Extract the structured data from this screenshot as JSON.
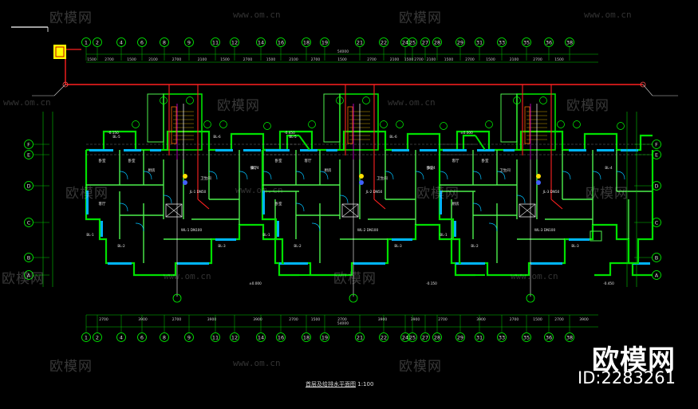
{
  "drawing": {
    "title": "首层及给排水平面图",
    "scale": "1:100",
    "total_dimension": "54000",
    "grid_columns": [
      "1",
      "2",
      "4",
      "6",
      "8",
      "9",
      "11",
      "12",
      "14",
      "16",
      "18",
      "19",
      "21",
      "22",
      "24",
      "25",
      "27",
      "28",
      "29",
      "31",
      "33",
      "35",
      "36",
      "38"
    ],
    "grid_rows": [
      "F",
      "E",
      "D",
      "C",
      "B",
      "A"
    ],
    "top_dims": [
      "1500",
      "2700",
      "1500",
      "2100",
      "2700",
      "2100",
      "1500",
      "2700",
      "1500",
      "2100",
      "2700",
      "1500",
      "2700",
      "2100",
      "1500",
      "2700",
      "2100",
      "1500",
      "2700",
      "1500",
      "2100",
      "2700",
      "1500"
    ],
    "bottom_dims": [
      "2700",
      "3900",
      "2700",
      "3900",
      "3900",
      "2700",
      "1500",
      "2700",
      "3900",
      "3900",
      "2700",
      "3900",
      "2700",
      "1500",
      "2700",
      "3900",
      "3900",
      "2700"
    ],
    "room_labels": [
      "卧室",
      "卧室",
      "客厅",
      "厨房",
      "卫生间",
      "餐厅",
      "卧室",
      "客厅",
      "卧室",
      "厨房",
      "卫生间",
      "卧室",
      "客厅",
      "卧室",
      "厨房",
      "卫生间"
    ],
    "window_labels": [
      "BL-1",
      "BL-2",
      "BL-3",
      "BL-4",
      "BL-5",
      "BL-6",
      "BL-1",
      "BL-2",
      "BL-3",
      "BL-4",
      "BL-5",
      "BL-6",
      "BL-1",
      "BL-2",
      "BL-3",
      "BL-4"
    ],
    "elevation_marks": [
      "-0.150",
      "±0.000",
      "-0.450",
      "-0.150",
      "±0.000",
      "-0.450"
    ],
    "pipe_notes": [
      "JL-1 DN50",
      "WL-1 DN100",
      "JL-2 DN50",
      "WL-2 DN100",
      "JL-3 DN50",
      "WL-3 DN100"
    ]
  },
  "watermarks": {
    "brand_cn": "欧模网",
    "url": "www.om.cn"
  },
  "brand": {
    "name": "欧模网",
    "id_text": "ID:2283261"
  },
  "colors": {
    "background": "#000000",
    "wall": "#00e000",
    "wall_alt": "#4cf04c",
    "pipe_red": "#ff2020",
    "window_cyan": "#00b4ff",
    "dim_green": "#00c800",
    "grid_circle": "#00ff00",
    "text_white": "#e8e8e8",
    "yellow": "#ffff00",
    "magenta": "#ff00ff"
  }
}
